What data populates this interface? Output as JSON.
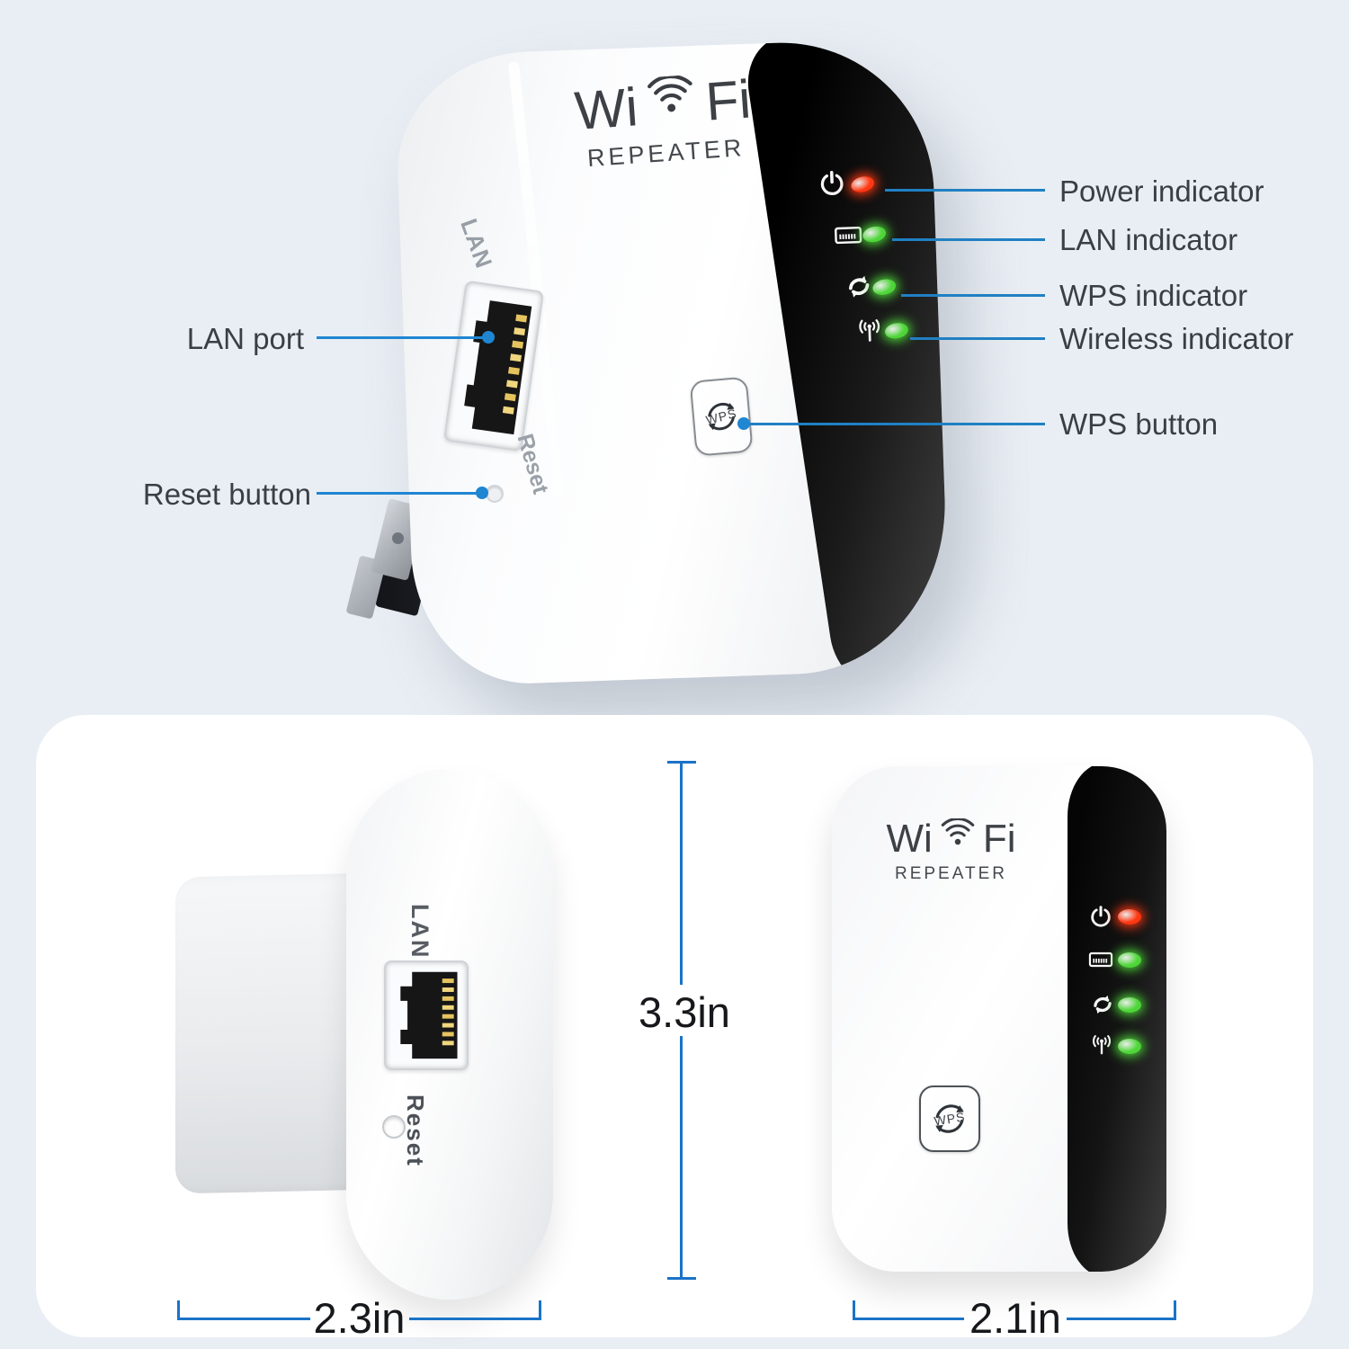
{
  "callouts": {
    "right": [
      {
        "label": "Power indicator"
      },
      {
        "label": "LAN indicator"
      },
      {
        "label": "WPS indicator"
      },
      {
        "label": "Wireless indicator"
      },
      {
        "label": "WPS button"
      }
    ],
    "left": [
      {
        "label": "LAN port"
      },
      {
        "label": "Reset button"
      }
    ]
  },
  "device": {
    "logo": {
      "wi": "Wi",
      "fi": "Fi",
      "subtitle": "REPEATER"
    },
    "wps_button_label": "WPS",
    "lan_port_label": "LAN",
    "reset_label": "Reset"
  },
  "dimensions": {
    "side_width": "2.3in",
    "height": "3.3in",
    "front_width": "2.1in"
  },
  "indicators": [
    {
      "name": "power",
      "led_color": "#ff3812",
      "state": "on"
    },
    {
      "name": "lan",
      "led_color": "#4ed639",
      "state": "on"
    },
    {
      "name": "wps",
      "led_color": "#4ed639",
      "state": "on"
    },
    {
      "name": "wireless",
      "led_color": "#4ed639",
      "state": "on"
    }
  ],
  "colors": {
    "background": "#e9eef4",
    "panel": "#ffffff",
    "callout_line": "#2080c3",
    "dimension_line": "#1a73c8",
    "device_stripe": "#111111",
    "label_text": "#3a3f45"
  }
}
